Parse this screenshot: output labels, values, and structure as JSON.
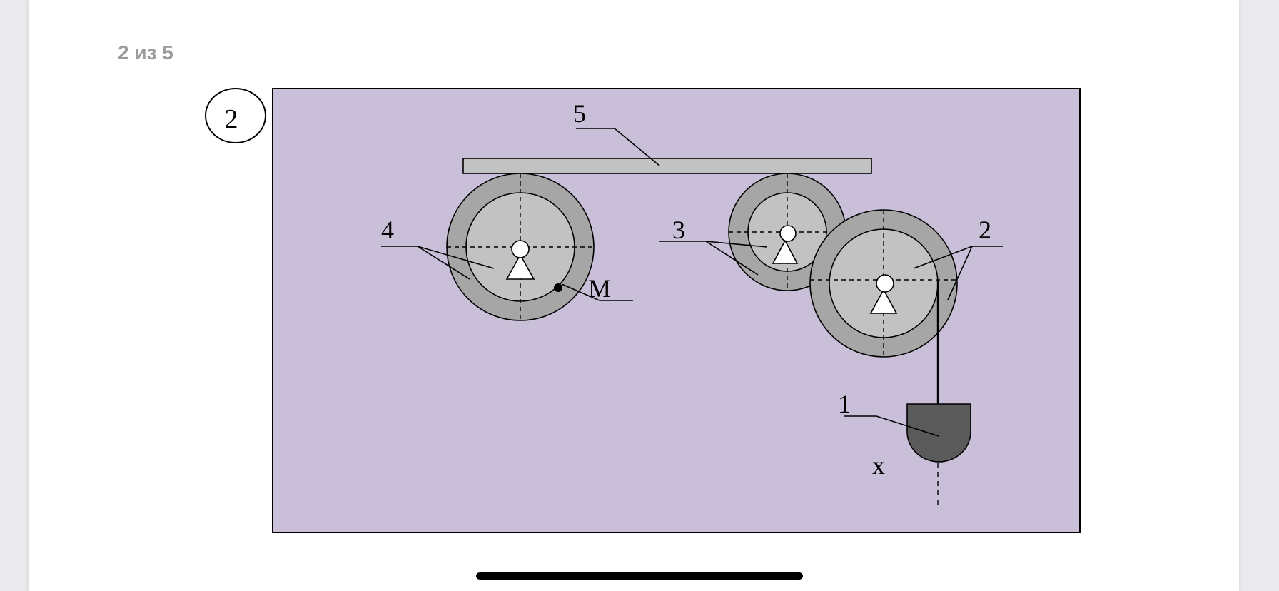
{
  "viewer": {
    "page_counter": "2 из 5"
  },
  "figure": {
    "variant_number": "2",
    "labels": {
      "body_1": "1",
      "body_2": "2",
      "body_3": "3",
      "body_4": "4",
      "body_5": "5",
      "point_m": "M",
      "axis_x": "x"
    },
    "colors": {
      "background": "#c9bfd8",
      "wheel_outer": "#a6a6a6",
      "wheel_inner": "#c2c2c2",
      "rack": "#c2c2c2",
      "load": "#5a5a5a",
      "line": "#000000"
    }
  }
}
